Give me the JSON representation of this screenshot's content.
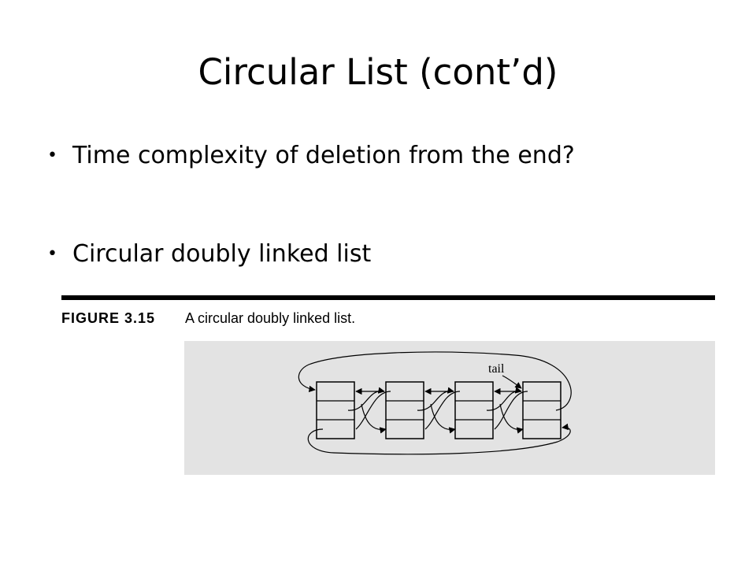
{
  "slide": {
    "title": "Circular List (cont’d)",
    "bullets": [
      {
        "text": "Time complexity of deletion from the end?"
      },
      {
        "text": "Circular doubly linked list"
      }
    ],
    "bullet_glyph": "•"
  },
  "figure": {
    "number": "FIGURE 3.15",
    "caption": "A circular doubly linked list.",
    "pointer_label": "tail",
    "node_count": 4,
    "panel_color": "#e3e3e3"
  }
}
